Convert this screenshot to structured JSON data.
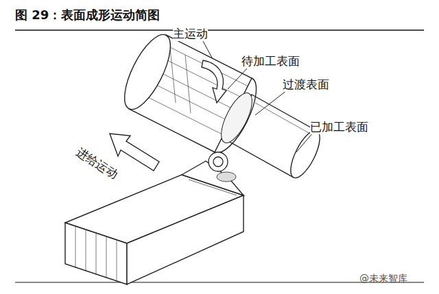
{
  "diagram": {
    "title": "图 29：表面成形运动简图",
    "labels": [
      "主运动",
      "待加工表面",
      "过渡表面",
      "已加工表面",
      "进给运动",
      "@未来智库"
    ]
  }
}
